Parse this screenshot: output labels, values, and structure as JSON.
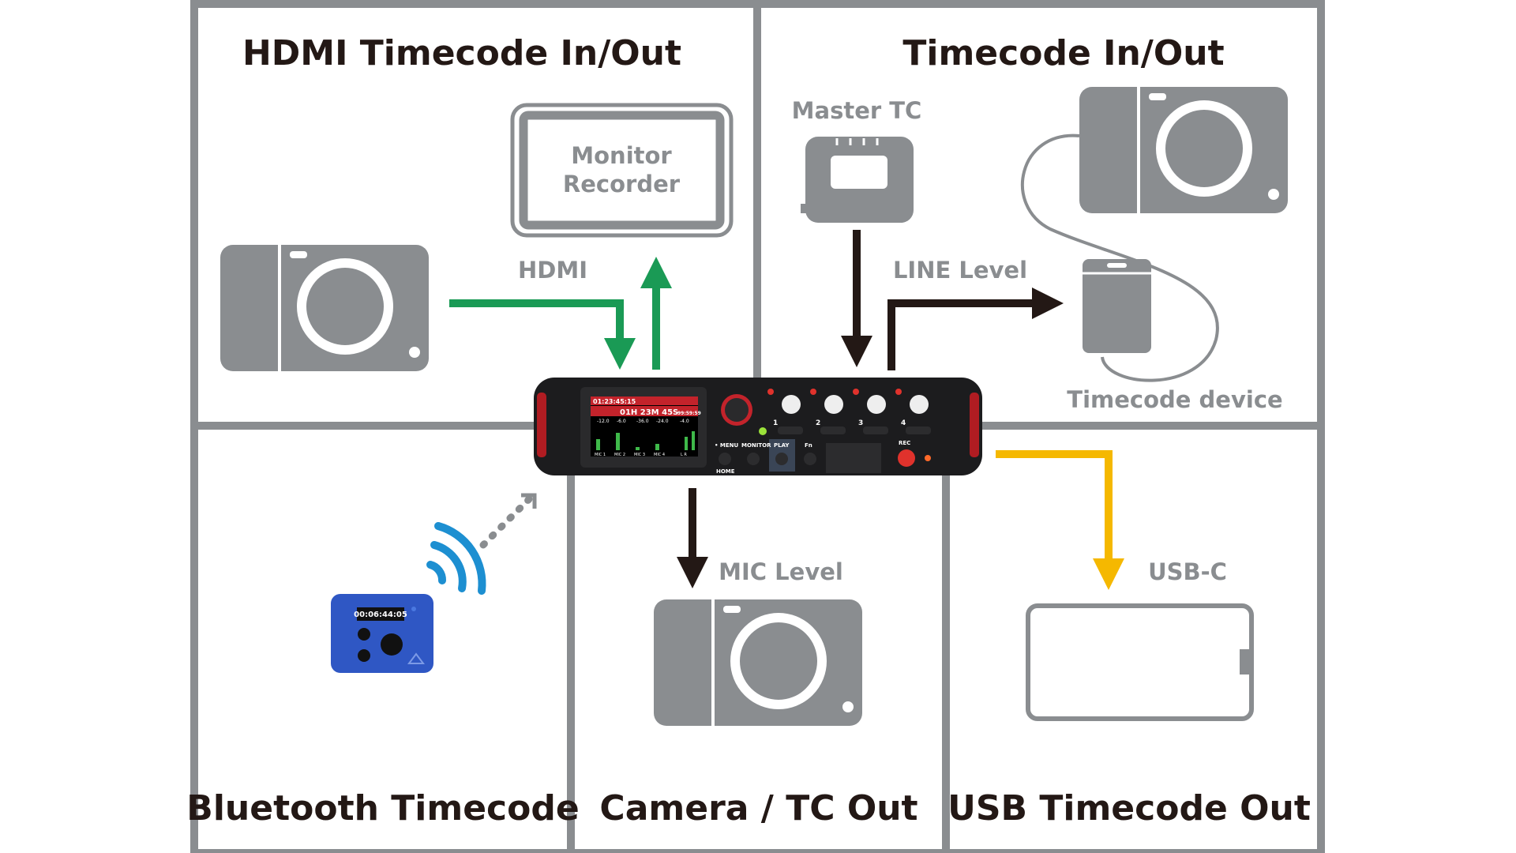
{
  "panels": {
    "hdmi": {
      "title": "HDMI Timecode In/Out",
      "monitor_line1": "Monitor",
      "monitor_line2": "Recorder",
      "link_label": "HDMI"
    },
    "timecode": {
      "title": "Timecode In/Out",
      "master_label": "Master TC",
      "link_label": "LINE Level",
      "device_label": "Timecode device"
    },
    "bluetooth": {
      "title": "Bluetooth Timecode",
      "device_display": "00:06:44:05"
    },
    "camera_out": {
      "title": "Camera / TC Out",
      "link_label": "MIC Level"
    },
    "usb": {
      "title": "USB Timecode Out",
      "link_label": "USB-C"
    }
  },
  "recorder": {
    "timecode": "01:23:45:15",
    "counter": "01H 23M 45S",
    "remaining": "99:59:59",
    "levels": [
      "-12.0",
      "-6.0",
      "-36.0",
      "-24.0",
      "-4.0"
    ],
    "channels": [
      "MIC 1",
      "MIC 2",
      "MIC 3",
      "MIC 4",
      "L  R"
    ],
    "knob_labels": [
      "1",
      "2",
      "3",
      "4"
    ],
    "buttons": {
      "menu": "• MENU",
      "home": "HOME",
      "monitor": "MONITOR",
      "play": "PLAY",
      "fn": "Fn",
      "rec": "REC"
    }
  },
  "colors": {
    "frame": "#8a8d90",
    "hdmi_arrow": "#1a9a55",
    "line_arrow": "#231815",
    "usb_arrow": "#f5b800",
    "bluetooth": "#1d8fd1",
    "bt_device": "#2f57c4"
  }
}
